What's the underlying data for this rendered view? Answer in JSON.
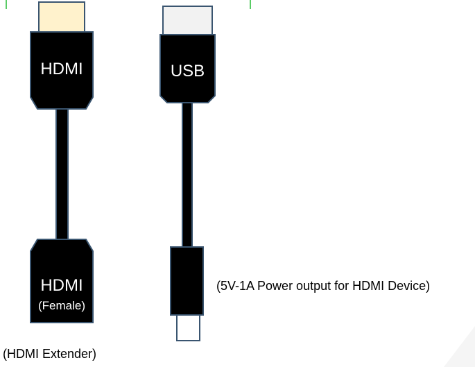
{
  "hdmi_cable": {
    "top_label": "HDMI",
    "bottom_label": "HDMI",
    "bottom_sublabel": "(Female)",
    "caption": "(HDMI Extender)"
  },
  "usb_cable": {
    "top_label": "USB",
    "caption": "(5V-1A Power output for HDMI Device)"
  },
  "colors": {
    "background": "#ffffff",
    "cable_body": "#000000",
    "connector_outline": "#3a5570",
    "hdmi_plug_tip": "#fff2cc",
    "usb_plug_tip": "#f2f2f2",
    "micro_usb_tip": "#ffffff",
    "marker_green": "#22bb33",
    "connector_text": "#ffffff",
    "caption_text": "#000000"
  }
}
